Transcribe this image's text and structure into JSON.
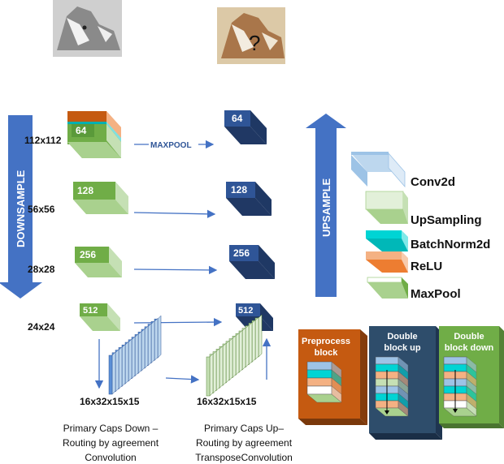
{
  "input": {
    "question_mark": "?"
  },
  "arrows": {
    "downsample": "DOWNSAMPLE",
    "upsample": "UPSAMPLE",
    "maxpool": "MAXPOOL"
  },
  "resolutions": [
    "112x112",
    "56x56",
    "28x28",
    "24x24"
  ],
  "encoder_channels": [
    "64",
    "128",
    "256",
    "512"
  ],
  "decoder_channels": [
    "64",
    "128",
    "256",
    "512"
  ],
  "capsules": {
    "down_shape": "16x32x15x15",
    "up_shape": "16x32x15x15",
    "down_caption": [
      "Primary Caps Down –",
      "Routing by agreement",
      "Convolution"
    ],
    "up_caption": [
      "Primary Caps Up–",
      "Routing by agreement",
      "TransposeConvolution"
    ]
  },
  "legend": [
    "Conv2d",
    "UpSampling",
    "BatchNorm2d",
    "ReLU",
    "MaxPool"
  ],
  "blocks": {
    "preprocess": [
      "Preprocess",
      "block"
    ],
    "double_up": [
      "Double",
      "block up"
    ],
    "double_down": [
      "Double",
      "block down"
    ]
  },
  "colors": {
    "arrow_blue": "#4472c4",
    "encoder_green_front": "#70ad47",
    "encoder_green_side": "#c5e0b4",
    "decoder_front": "#2f5597",
    "decoder_side": "#1f3864",
    "conv_blue": "#9dc3e6",
    "upsampling_green": "#c5e0b4",
    "batchnorm_cyan": "#00d4d4",
    "relu_orange": "#f4b183",
    "preprocess_orange": "#c55a11",
    "double_up_navy": "#2e4d6b",
    "double_down_green": "#70ad47"
  }
}
